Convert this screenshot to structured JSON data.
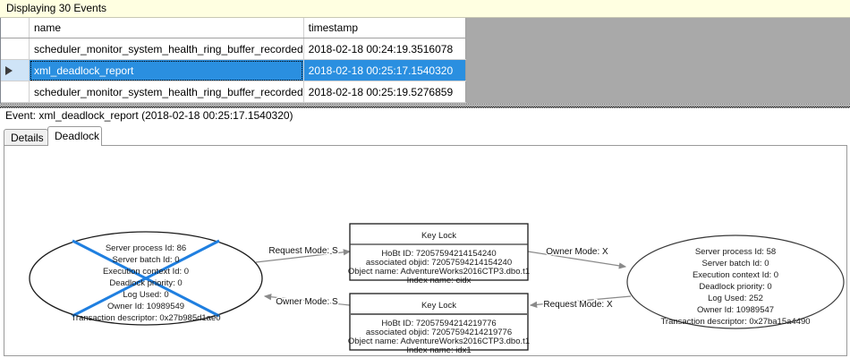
{
  "banner": {
    "text": "Displaying 30 Events"
  },
  "grid": {
    "columns": [
      "",
      "name",
      "timestamp"
    ],
    "rows": [
      {
        "selector": "",
        "name": "scheduler_monitor_system_health_ring_buffer_recorded",
        "timestamp": "2018-02-18 00:24:19.3516078",
        "selected": false
      },
      {
        "selector": "▶",
        "name": "xml_deadlock_report",
        "timestamp": "2018-02-18 00:25:17.1540320",
        "selected": true
      },
      {
        "selector": "",
        "name": "scheduler_monitor_system_health_ring_buffer_recorded",
        "timestamp": "2018-02-18 00:25:19.5276859",
        "selected": false
      }
    ]
  },
  "event": {
    "caption": "Event: xml_deadlock_report (2018-02-18 00:25:17.1540320)"
  },
  "tabs": [
    {
      "label": "Details",
      "active": false
    },
    {
      "label": "Deadlock",
      "active": true
    }
  ],
  "deadlock": {
    "victim_color": "#1f7fe0",
    "processes": [
      {
        "id": "victim-process",
        "is_victim": true,
        "lines": [
          "Server process Id: 86",
          "Server batch Id: 0",
          "Execution context Id: 0",
          "Deadlock priority: 0",
          "Log Used: 0",
          "Owner Id: 10989549",
          "Transaction descriptor: 0x27b985d1ae0"
        ]
      },
      {
        "id": "surviving-process",
        "is_victim": false,
        "lines": [
          "Server process Id: 58",
          "Server batch Id: 0",
          "Execution context Id: 0",
          "Deadlock priority: 0",
          "Log Used: 252",
          "Owner Id: 10989547",
          "Transaction descriptor: 0x27ba15a4490"
        ]
      }
    ],
    "resources": [
      {
        "id": "key-lock-top",
        "title": "Key Lock",
        "lines": [
          "HoBt ID: 72057594214154240",
          "associated objid: 72057594214154240",
          "Object name: AdventureWorks2016CTP3.dbo.t1",
          "Index name: cidx"
        ]
      },
      {
        "id": "key-lock-bottom",
        "title": "Key Lock",
        "lines": [
          "HoBt ID: 72057594214219776",
          "associated objid: 72057594214219776",
          "Object name: AdventureWorks2016CTP3.dbo.t1",
          "Index name: idx1"
        ]
      }
    ],
    "edges": [
      {
        "id": "edge-request-s",
        "label": "Request Mode: S"
      },
      {
        "id": "edge-owner-x",
        "label": "Owner Mode: X"
      },
      {
        "id": "edge-owner-s",
        "label": "Owner Mode: S"
      },
      {
        "id": "edge-request-x",
        "label": "Request Mode: X"
      }
    ]
  }
}
